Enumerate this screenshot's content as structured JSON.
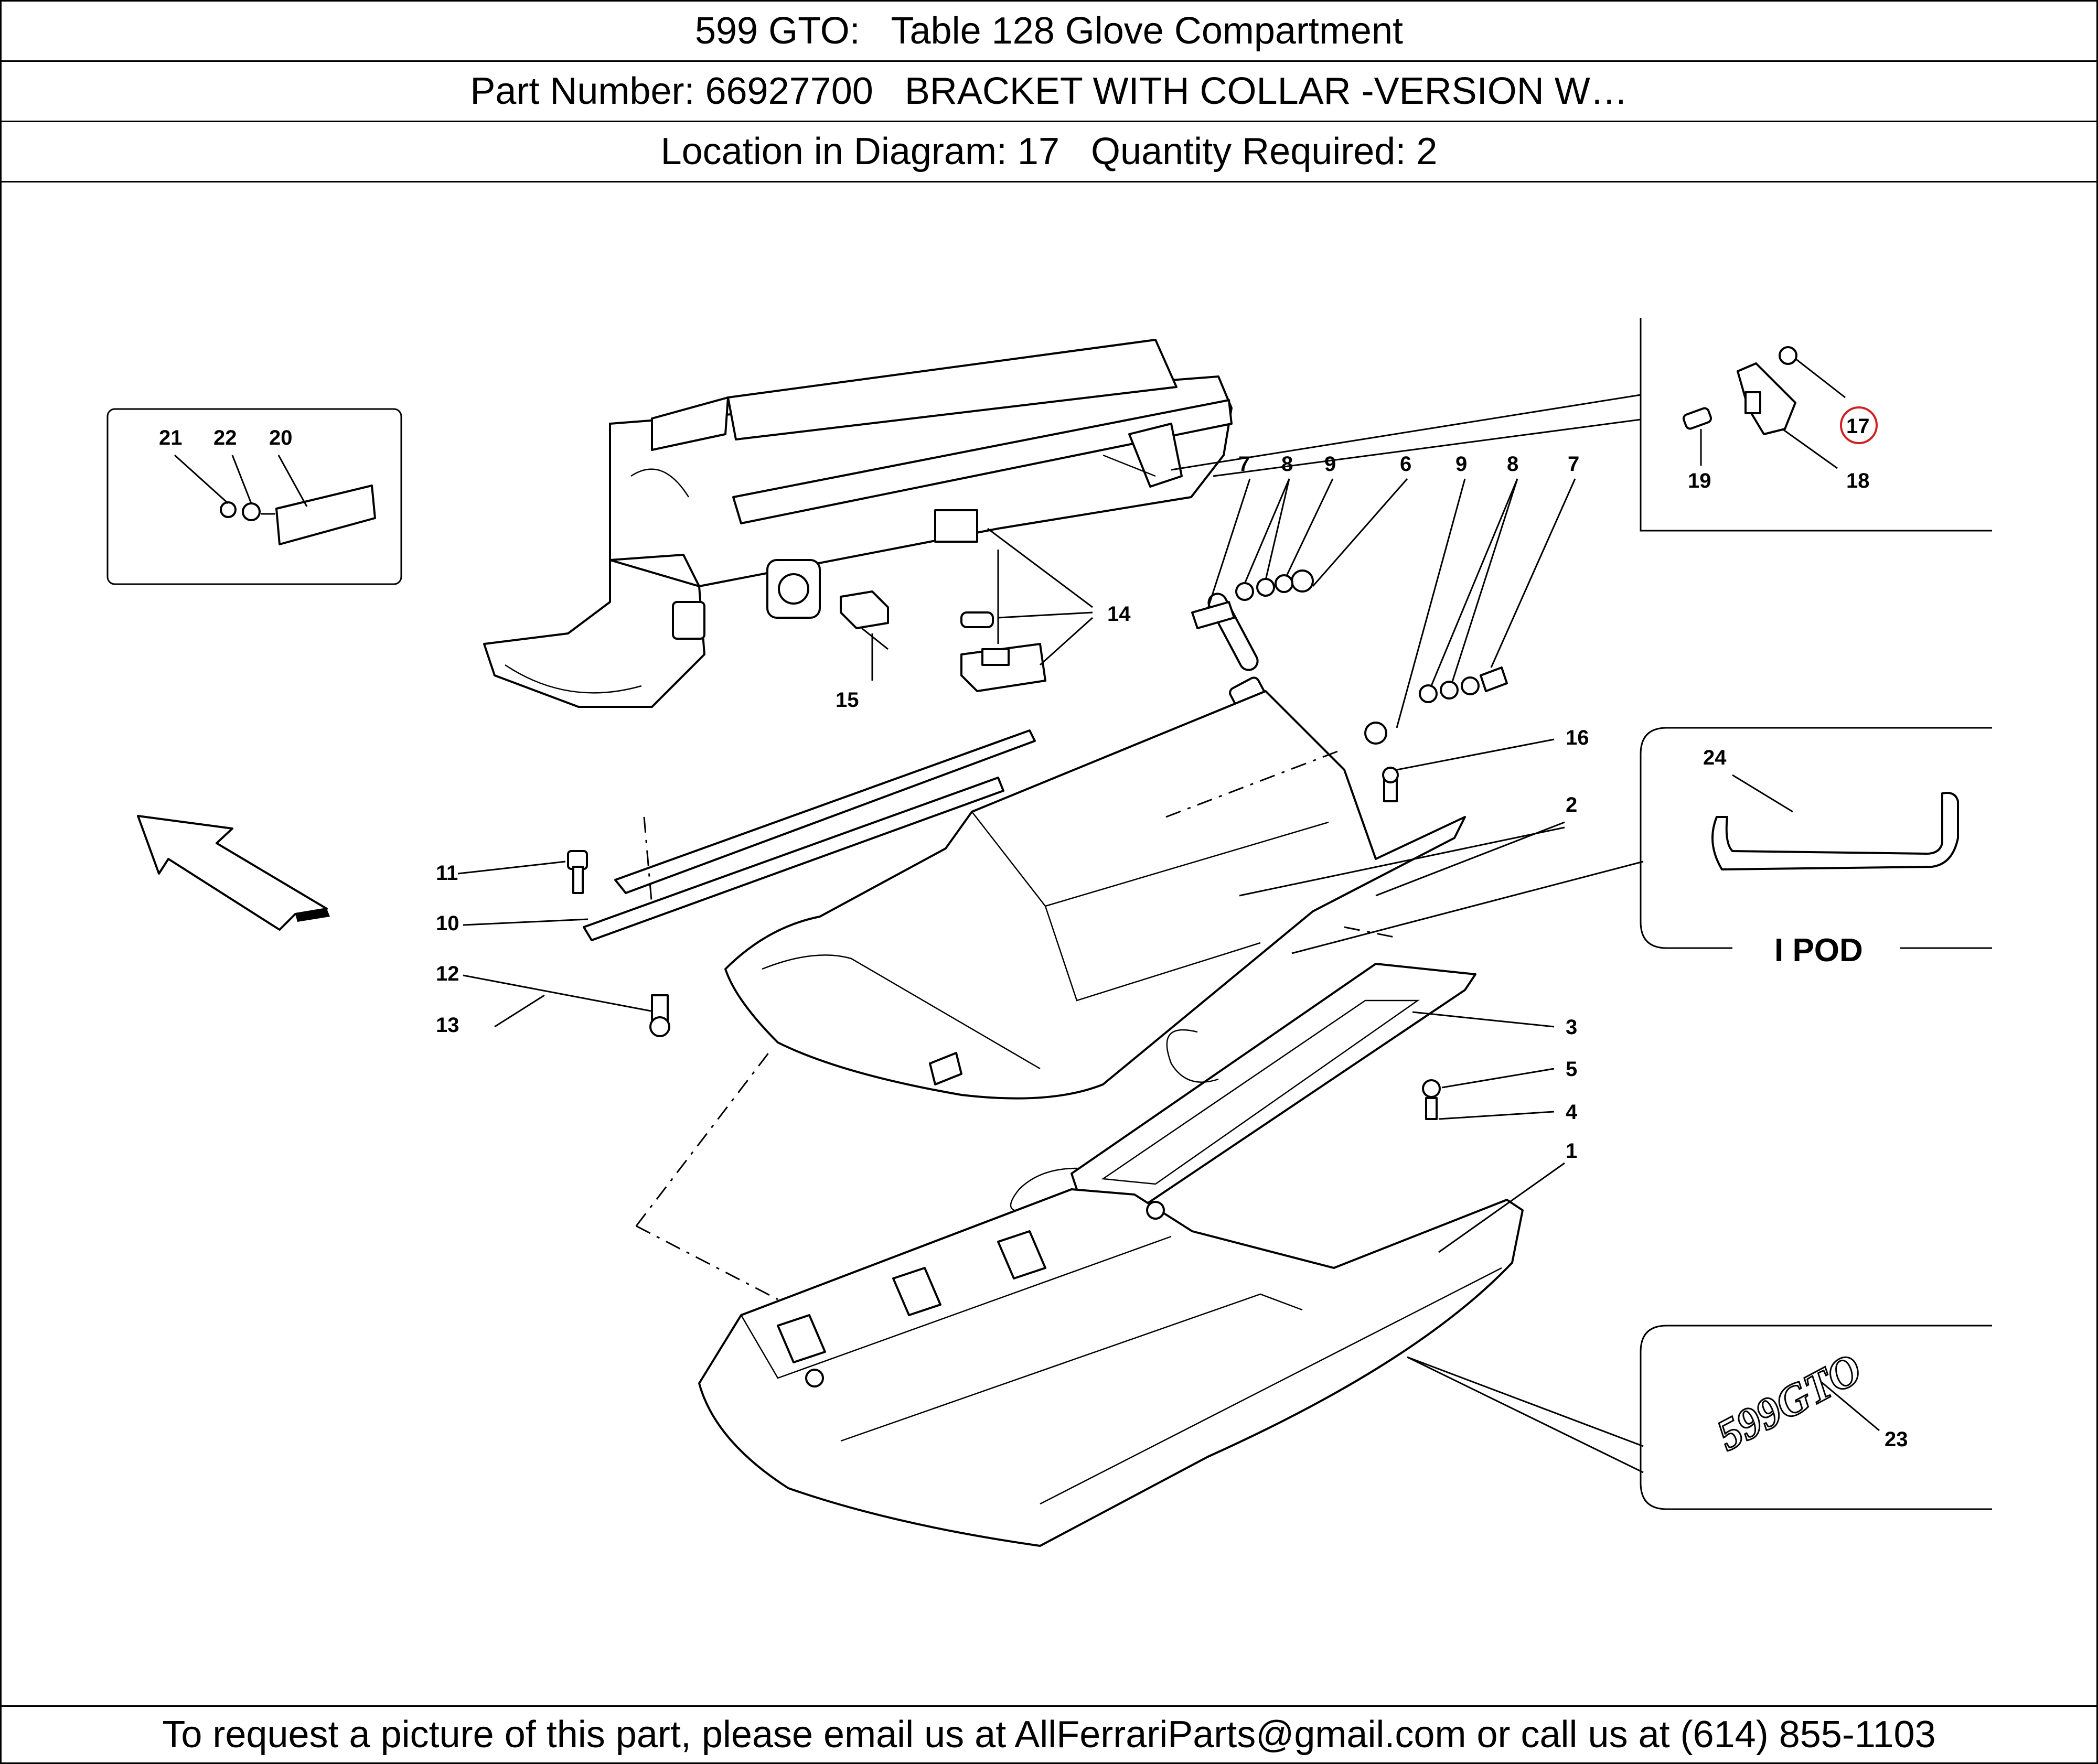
{
  "header": {
    "title": "599 GTO:   Table 128 Glove Compartment",
    "part_line": "Part Number: 66927700   BRACKET WITH COLLAR -VERSION W…",
    "location_line": "Location in Diagram: 17   Quantity Required: 2"
  },
  "footer": {
    "text": "To request a picture of this part, please email us at AllFerrariParts@gmail.com or call us at (614) 855-1103"
  },
  "diagram": {
    "callouts": {
      "c1": "1",
      "c2": "2",
      "c3": "3",
      "c4": "4",
      "c5": "5",
      "c6": "6",
      "c7a": "7",
      "c7b": "7",
      "c8a": "8",
      "c8b": "8",
      "c9a": "9",
      "c9b": "9",
      "c10": "10",
      "c11": "11",
      "c12": "12",
      "c13": "13",
      "c14": "14",
      "c15": "15",
      "c16": "16",
      "c17": "17",
      "c18": "18",
      "c19": "19",
      "c20": "20",
      "c21": "21",
      "c22": "22",
      "c23": "23",
      "c24": "24"
    },
    "ipod_label": "I POD",
    "badge_text": "599GTO",
    "highlight_color": "#d21f1f"
  }
}
